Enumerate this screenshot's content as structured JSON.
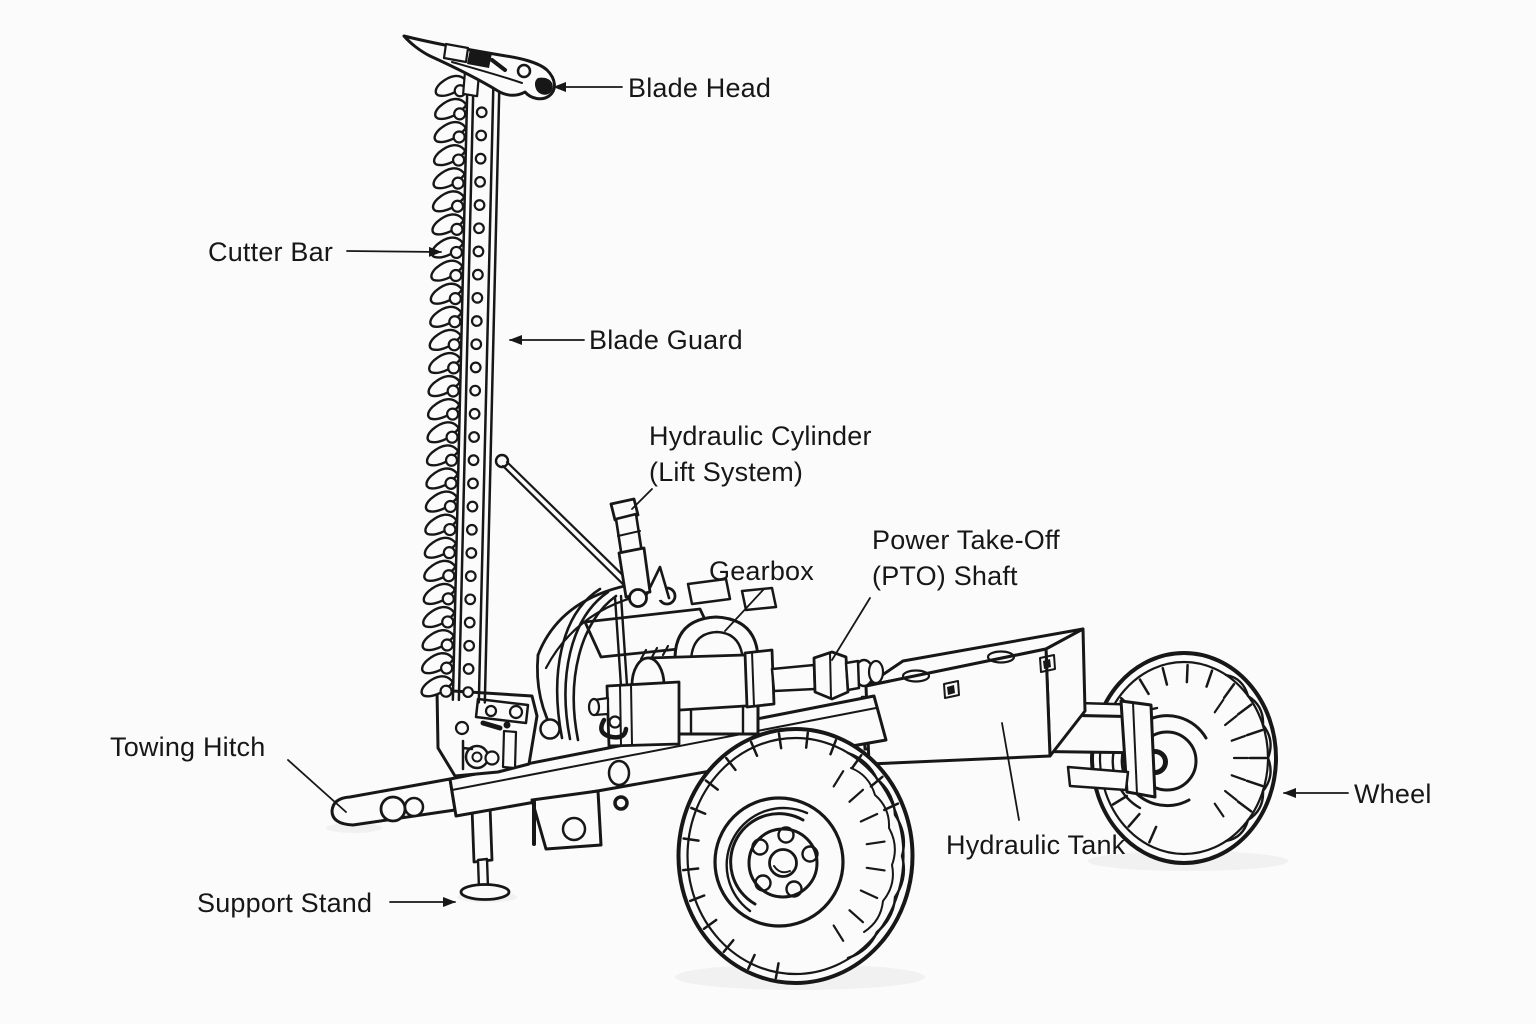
{
  "diagram": {
    "subject": "Sickle bar mower diagram",
    "colors": {
      "background": "#fbfbfb",
      "ink": "#171717",
      "shadow": "#ebebeb"
    },
    "labels": [
      {
        "id": "blade-head",
        "text": "Blade Head",
        "leader": "arrow"
      },
      {
        "id": "cutter-bar",
        "text": "Cutter Bar",
        "leader": "arrow"
      },
      {
        "id": "blade-guard",
        "text": "Blade Guard",
        "leader": "arrow"
      },
      {
        "id": "hydraulic-cylinder",
        "text": "Hydraulic Cylinder\n(Lift System)",
        "leader": "line"
      },
      {
        "id": "gearbox",
        "text": "Gearbox",
        "leader": "line"
      },
      {
        "id": "pto-shaft",
        "text": "Power Take-Off\n(PTO) Shaft",
        "leader": "line"
      },
      {
        "id": "towing-hitch",
        "text": "Towing Hitch",
        "leader": "line"
      },
      {
        "id": "support-stand",
        "text": "Support Stand",
        "leader": "arrow"
      },
      {
        "id": "hydraulic-tank",
        "text": "Hydraulic Tank",
        "leader": "line"
      },
      {
        "id": "wheel",
        "text": "Wheel",
        "leader": "arrow"
      }
    ]
  }
}
